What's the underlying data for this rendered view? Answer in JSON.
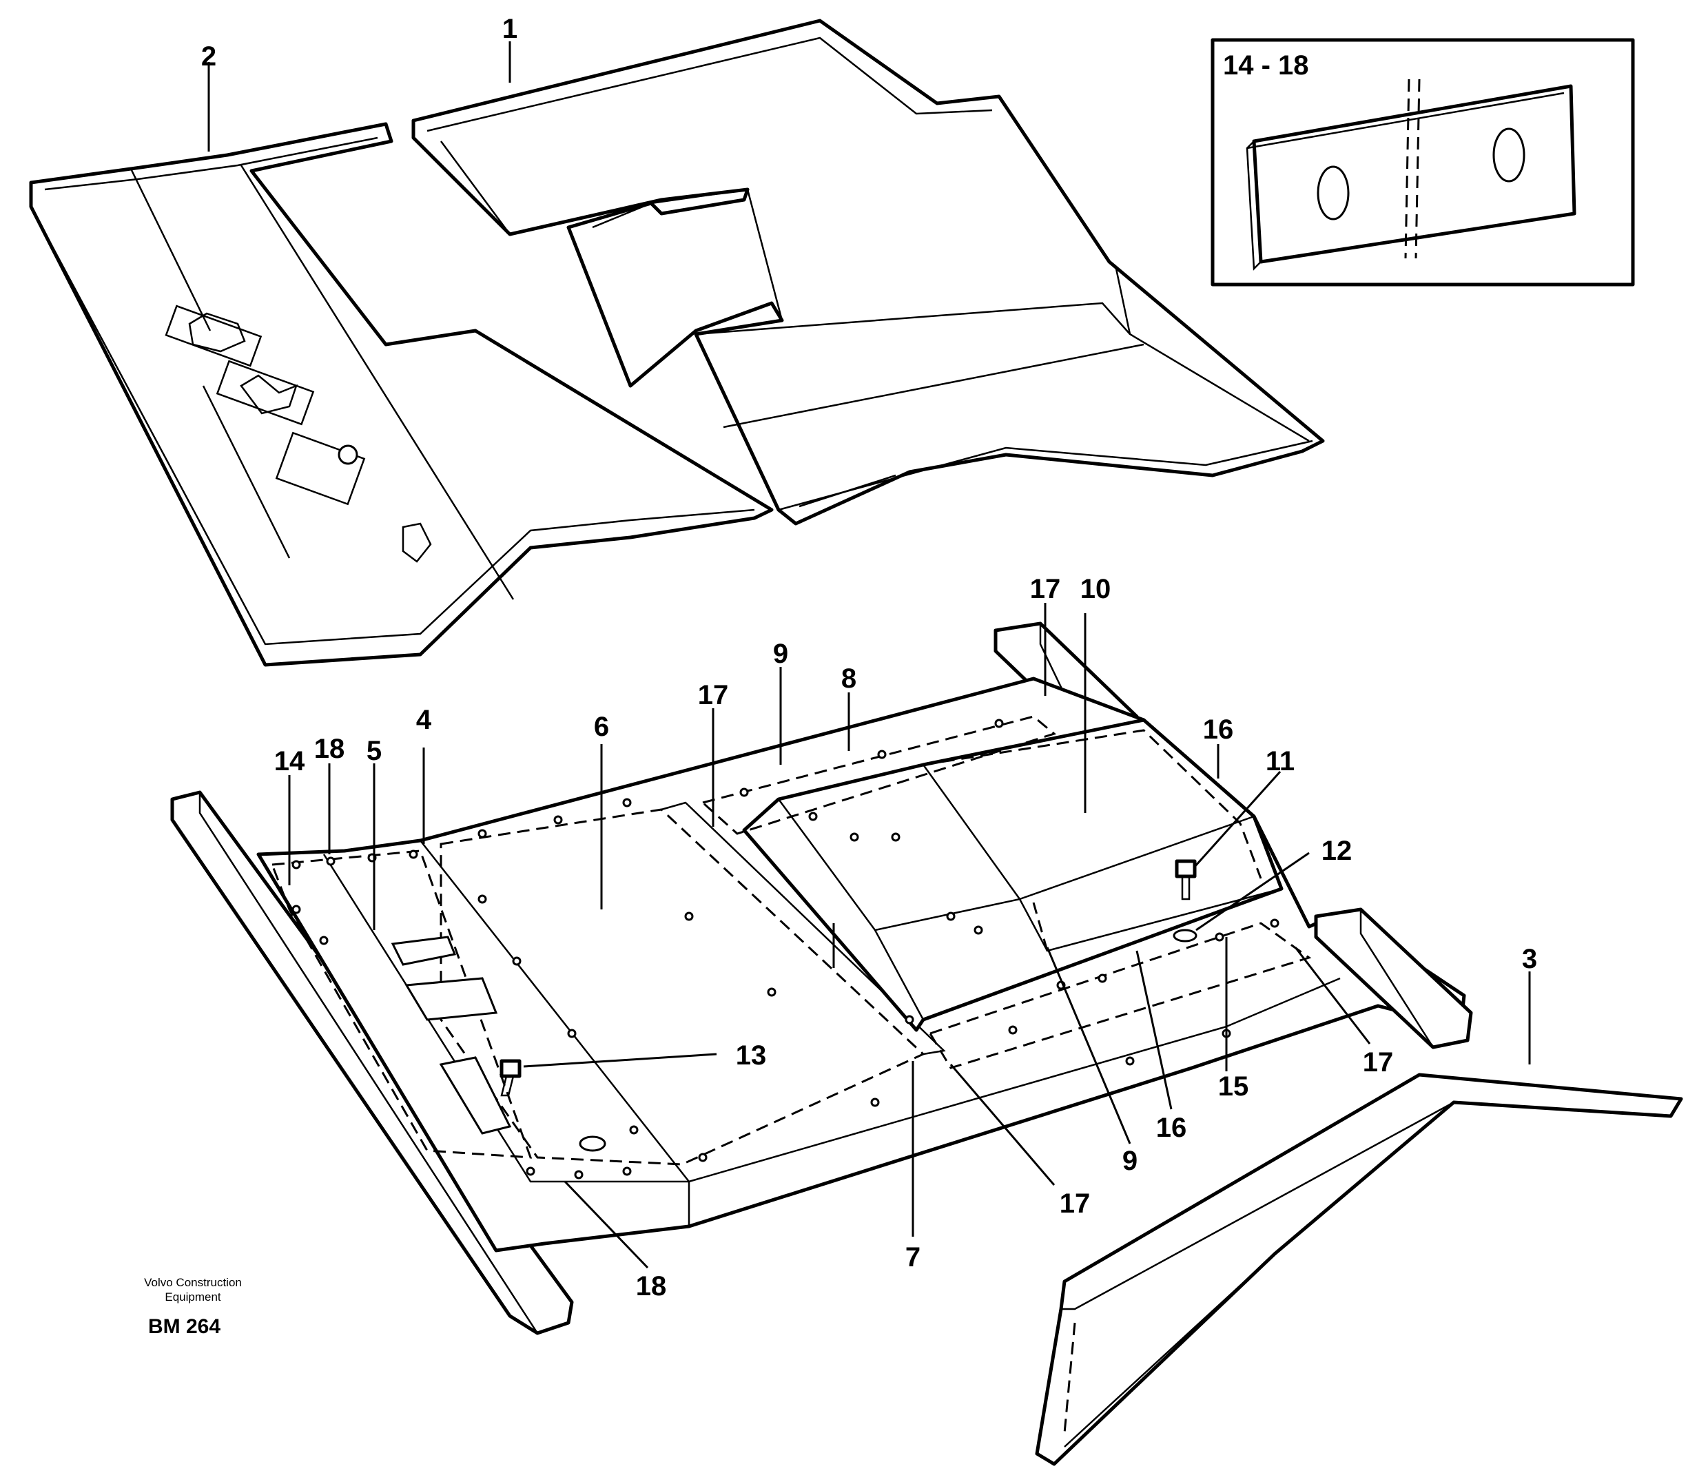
{
  "callouts": {
    "c1": "1",
    "c2": "2",
    "c3": "3",
    "c4": "4",
    "c5": "5",
    "c6": "6",
    "c7": "7",
    "c8": "8",
    "c9a": "9",
    "c9b": "9",
    "c10": "10",
    "c11": "11",
    "c12": "12",
    "c13": "13",
    "c14": "14",
    "c15": "15",
    "c16a": "16",
    "c16b": "16",
    "c17a": "17",
    "c17b": "17",
    "c17c": "17",
    "c17d": "17",
    "c18a": "18",
    "c18b": "18"
  },
  "detail": {
    "title": "14 - 18"
  },
  "footer": {
    "maker_line1": "Volvo Construction",
    "maker_line2": "Equipment",
    "code": "BM 264"
  }
}
